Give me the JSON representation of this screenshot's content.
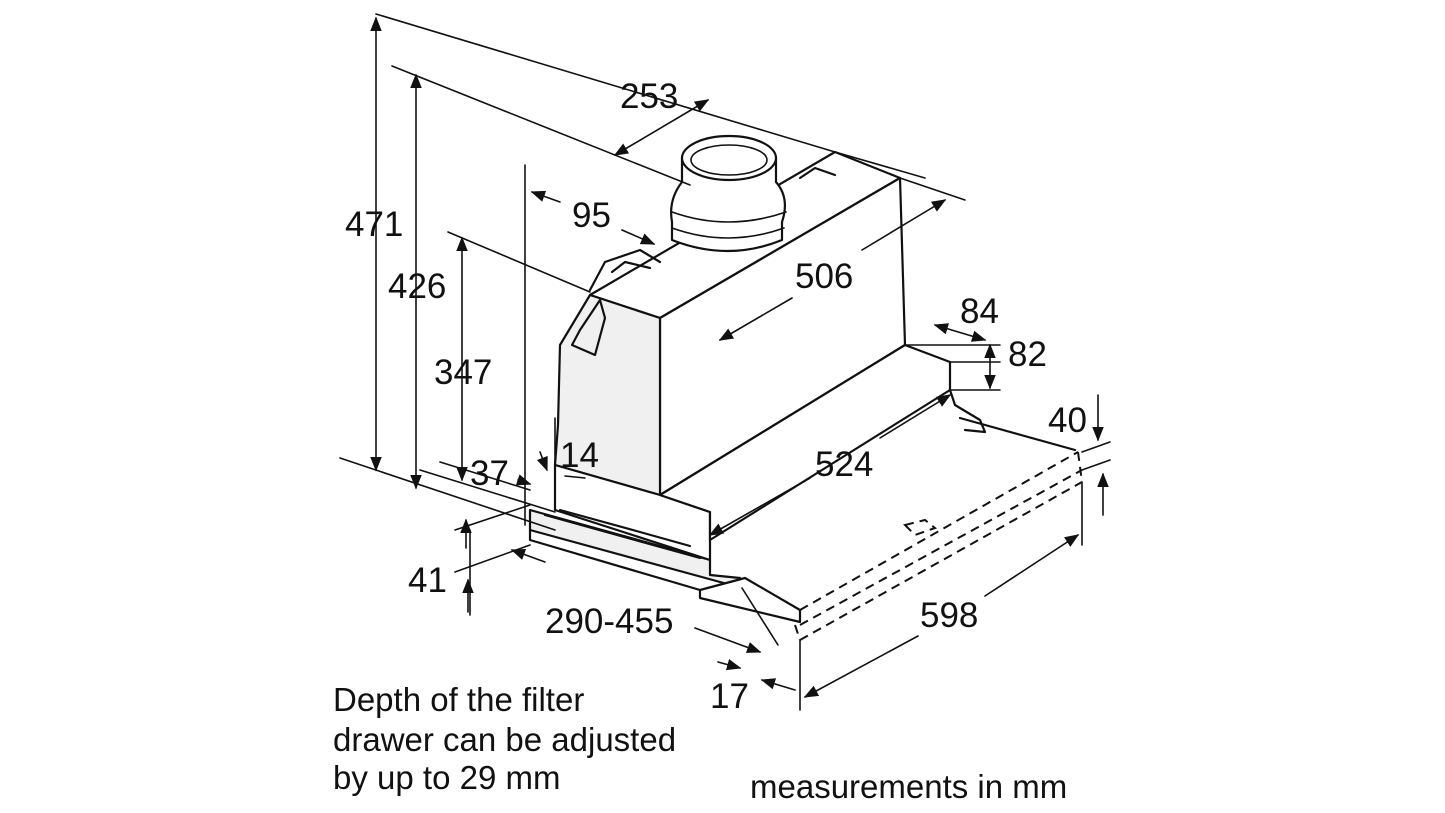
{
  "dimensions": {
    "d471": "471",
    "d426": "426",
    "d347": "347",
    "d253": "253",
    "d95": "95",
    "d506": "506",
    "d84": "84",
    "d82": "82",
    "d40": "40",
    "d524": "524",
    "d14": "14",
    "d37": "37",
    "d41": "41",
    "d290_455": "290-455",
    "d598": "598",
    "d17": "17"
  },
  "notes": {
    "filter_line1": "Depth of the filter",
    "filter_line2": "drawer can be adjusted",
    "filter_line3": "by up to 29 mm",
    "units": "measurements in mm"
  }
}
